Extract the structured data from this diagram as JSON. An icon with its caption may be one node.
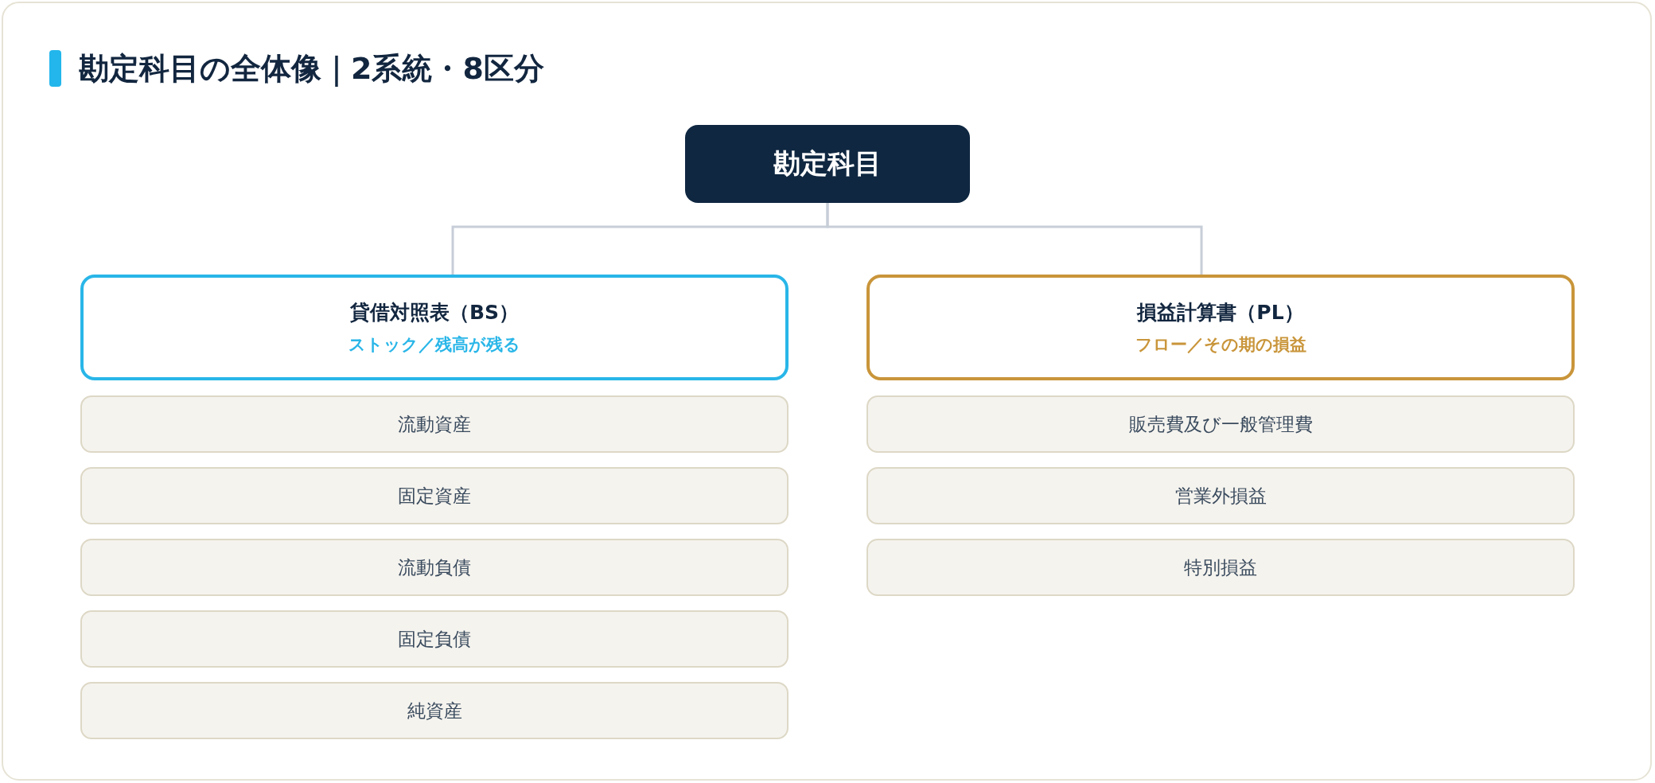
{
  "diagram": {
    "title": "勘定科目の全体像｜2系統・8区分",
    "nodes": [
      {
        "text": [
          "勘定科目"
        ]
      },
      {
        "text": [
          "貸借対照表（BS）",
          "ストック／残高が残る"
        ]
      },
      {
        "text": [
          "損益計算書（PL）",
          "フロー／その期の損益"
        ]
      },
      {
        "text": [
          "流動資産"
        ]
      },
      {
        "text": [
          "固定資産"
        ]
      },
      {
        "text": [
          "流動負債"
        ]
      },
      {
        "text": [
          "固定負債"
        ]
      },
      {
        "text": [
          "純資産"
        ]
      },
      {
        "text": [
          "販売費及び一般管理費"
        ]
      },
      {
        "text": [
          "営業外損益"
        ]
      },
      {
        "text": [
          "特別損益"
        ]
      }
    ],
    "edges": [
      {
        "from": 0,
        "to": 1,
        "arrow": "none"
      },
      {
        "from": 0,
        "to": 2,
        "arrow": "none"
      }
    ]
  }
}
